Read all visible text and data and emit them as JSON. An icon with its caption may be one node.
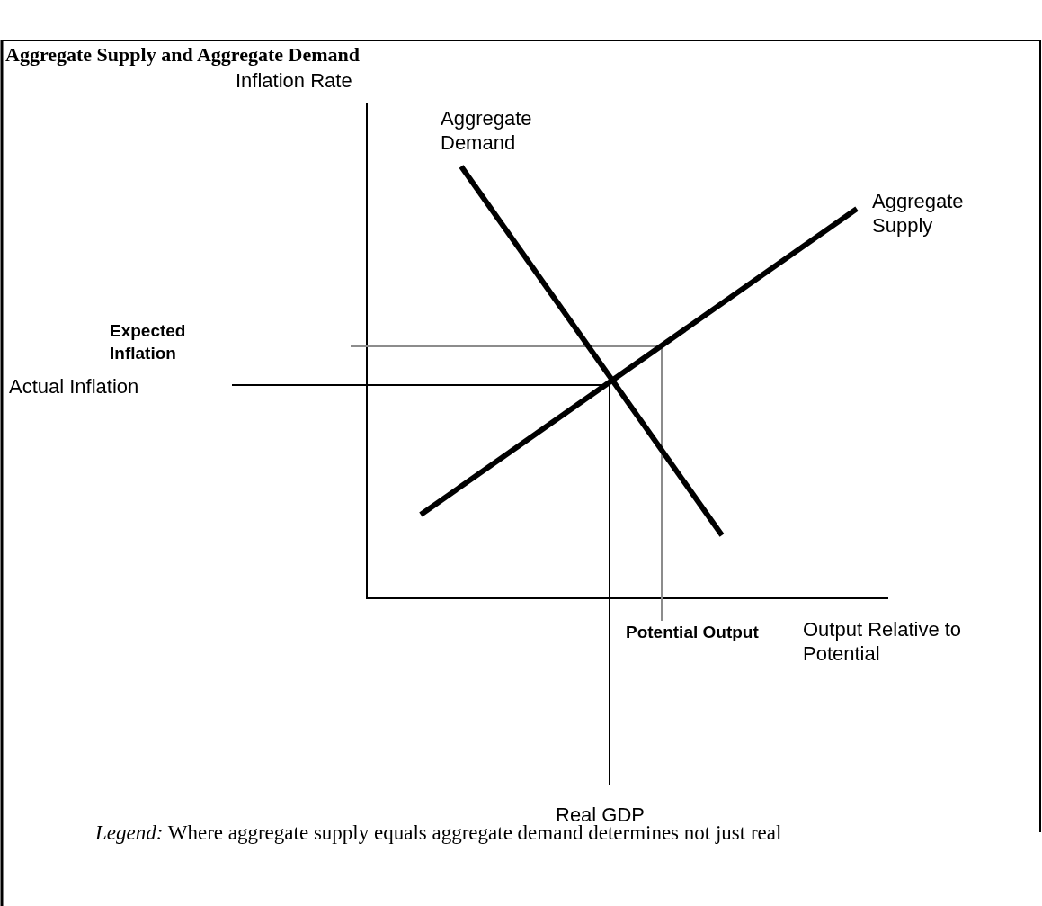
{
  "diagram": {
    "title": "Aggregate Supply and Aggregate Demand",
    "caption": "*Legend:* Where aggregate supply equals aggregate demand determines not just real",
    "labels": [
      "Inflation Rate",
      "Aggregate Demand",
      "Aggregate Supply",
      "Expected Inflation",
      "Actual Inflation",
      "Potential Output",
      "Output Relative to Potential",
      "Real GDP"
    ]
  }
}
